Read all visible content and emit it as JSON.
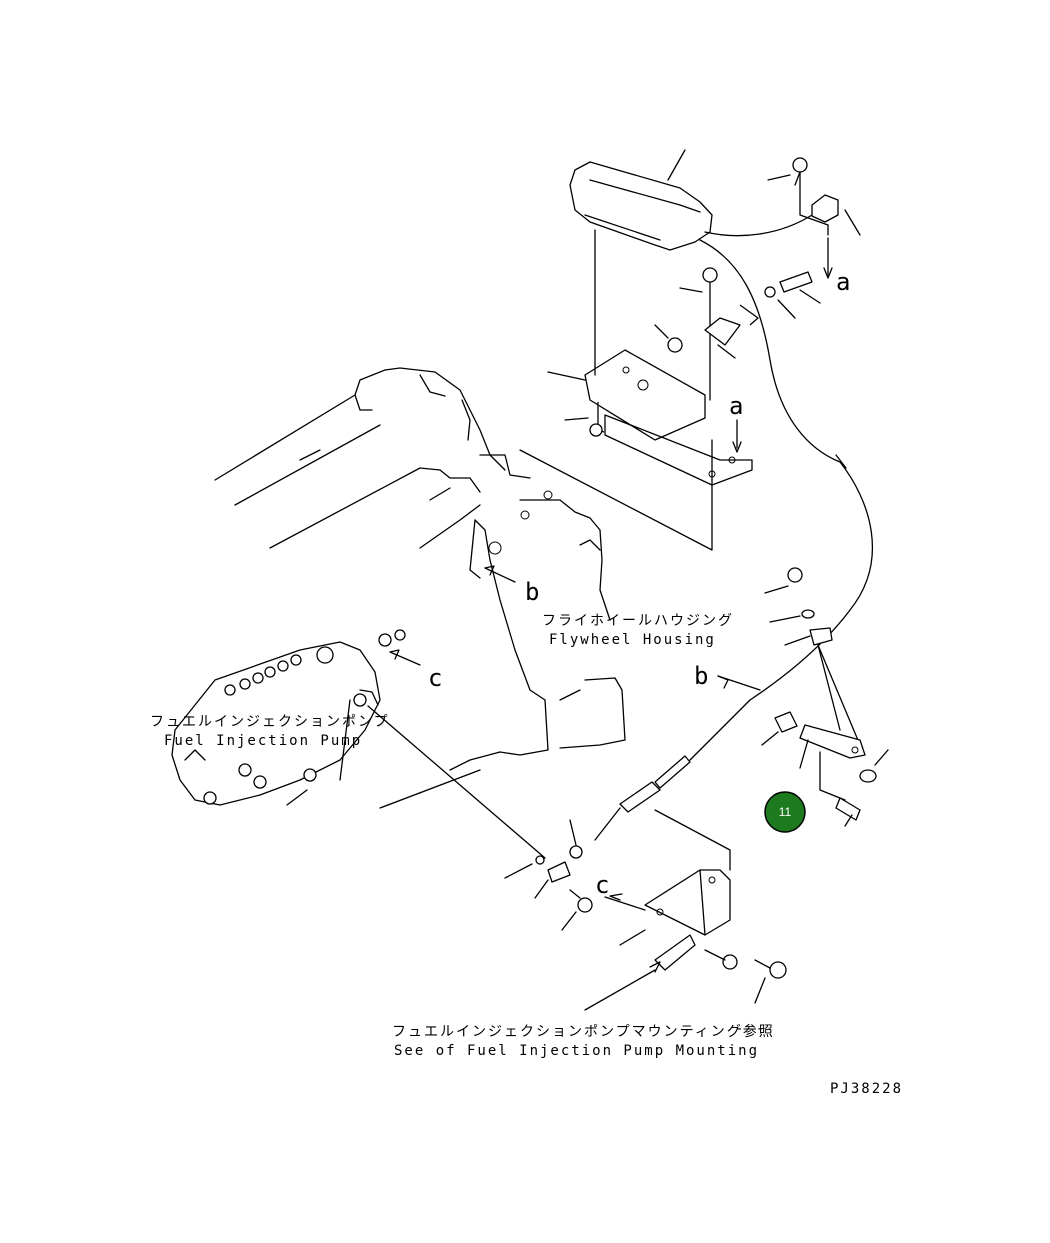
{
  "labels": {
    "flywheel_housing_jp": "フライホイールハウジング",
    "flywheel_housing_en": "Flywheel Housing",
    "fuel_pump_jp": "フュエルインジェクションポンプ",
    "fuel_pump_en": "Fuel Injection Pump",
    "see_mounting_jp": "フュエルインジェクションポンプマウンティング参照",
    "see_mounting_en": "See of Fuel Injection Pump Mounting",
    "drawing_code": "PJ38228",
    "dash": "- -"
  },
  "refs": {
    "a1": "a",
    "a2": "a",
    "b1": "b",
    "b2": "b",
    "c1": "c",
    "c2": "c"
  },
  "hotspot": {
    "number": "11",
    "color": "#1e7a1e"
  },
  "colors": {
    "ink": "#000000",
    "background": "#ffffff"
  }
}
